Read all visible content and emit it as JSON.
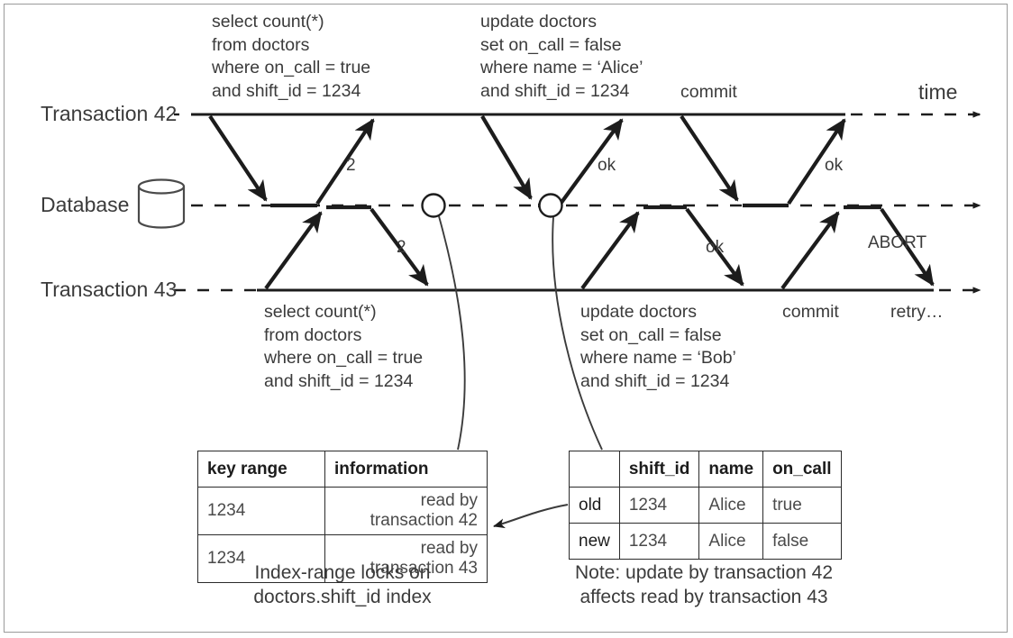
{
  "diagram": {
    "title_axis": "time",
    "lanes": [
      {
        "name": "transaction-42",
        "label": "Transaction 42"
      },
      {
        "name": "database",
        "label": "Database"
      },
      {
        "name": "transaction-43",
        "label": "Transaction 43"
      }
    ],
    "t42_queries": [
      "select count(*)\nfrom doctors\nwhere on_call = true\nand shift_id = 1234",
      "update doctors\nset on_call = false\nwhere name = ‘Alice’\nand shift_id = 1234",
      "commit"
    ],
    "t43_queries": [
      "select count(*)\nfrom doctors\nwhere on_call = true\nand shift_id = 1234",
      "update doctors\nset on_call = false\nwhere name = ‘Bob’\nand shift_id = 1234",
      "commit",
      "retry…"
    ],
    "t42_responses": [
      "2",
      "ok",
      "ok"
    ],
    "t43_responses": [
      "2",
      "ok",
      "ABORT"
    ],
    "time_arrow_label": "time"
  },
  "locks_table": {
    "caption": "Index-range locks on\ndoctors.shift_id index",
    "columns": [
      "key range",
      "information"
    ],
    "rows": [
      [
        "1234",
        "read by transaction 42"
      ],
      [
        "1234",
        "read by transaction 43"
      ]
    ]
  },
  "rowversion_table": {
    "caption": "Note: update by transaction 42\naffects read by transaction 43",
    "columns": [
      "",
      "shift_id",
      "name",
      "on_call"
    ],
    "rows": [
      [
        "old",
        "1234",
        "Alice",
        "true"
      ],
      [
        "new",
        "1234",
        "Alice",
        "false"
      ]
    ]
  },
  "colors": {
    "ink": "#3b3b3b",
    "line": "#1c1c1c",
    "frame": "#9a9a9a",
    "background": "#ffffff"
  }
}
